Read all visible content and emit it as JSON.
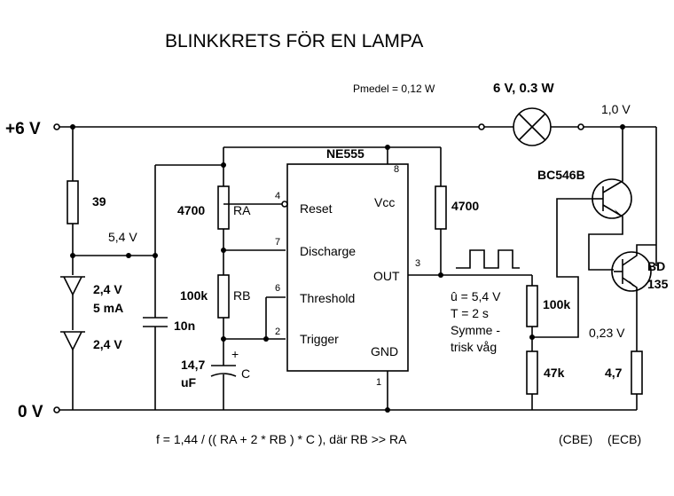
{
  "title": "BLINKKRETS FÖR EN LAMPA",
  "power_label": "Pmedel = 0,12 W",
  "lamp_label": "6 V, 0.3 W",
  "rails": {
    "top": "+6 V",
    "bottom": "0 V"
  },
  "voltages": {
    "zener_node": "5,4 V",
    "output_emitter": "1,0 V",
    "emitter_load": "0,23 V"
  },
  "resistors": {
    "r39": "39",
    "ra_value": "4700",
    "ra_name": "RA",
    "rb_value": "100k",
    "rb_name": "RB",
    "r_out": "4700",
    "r_base_top": "100k",
    "r_base_bottom": "47k",
    "r_emitter": "4,7"
  },
  "zeners": {
    "top_voltage": "2,4 V",
    "top_current": "5 mA",
    "bottom_voltage": "2,4 V"
  },
  "capacitors": {
    "decouple": "10n",
    "timing_value": "14,7",
    "timing_unit": "uF",
    "timing_name": "C",
    "polarity": "+"
  },
  "ic": {
    "name": "NE555",
    "pins": {
      "reset": "Reset",
      "vcc": "Vcc",
      "discharge": "Discharge",
      "out": "OUT",
      "threshold": "Threshold",
      "trigger": "Trigger",
      "gnd": "GND"
    },
    "pin_numbers": {
      "reset": "4",
      "vcc": "8",
      "discharge": "7",
      "out": "3",
      "threshold": "6",
      "trigger": "2",
      "gnd": "1"
    }
  },
  "transistors": {
    "driver": "BC546B",
    "output_line1": "BD",
    "output_line2": "135"
  },
  "signal": {
    "amplitude": "û = 5,4 V",
    "period": "T = 2 s",
    "shape_line1": "Symme -",
    "shape_line2": "trisk våg"
  },
  "formula": "f = 1,44 / (( RA + 2 * RB ) * C ),  där RB >> RA",
  "pinouts": {
    "driver": "(CBE)",
    "output": "(ECB)"
  }
}
